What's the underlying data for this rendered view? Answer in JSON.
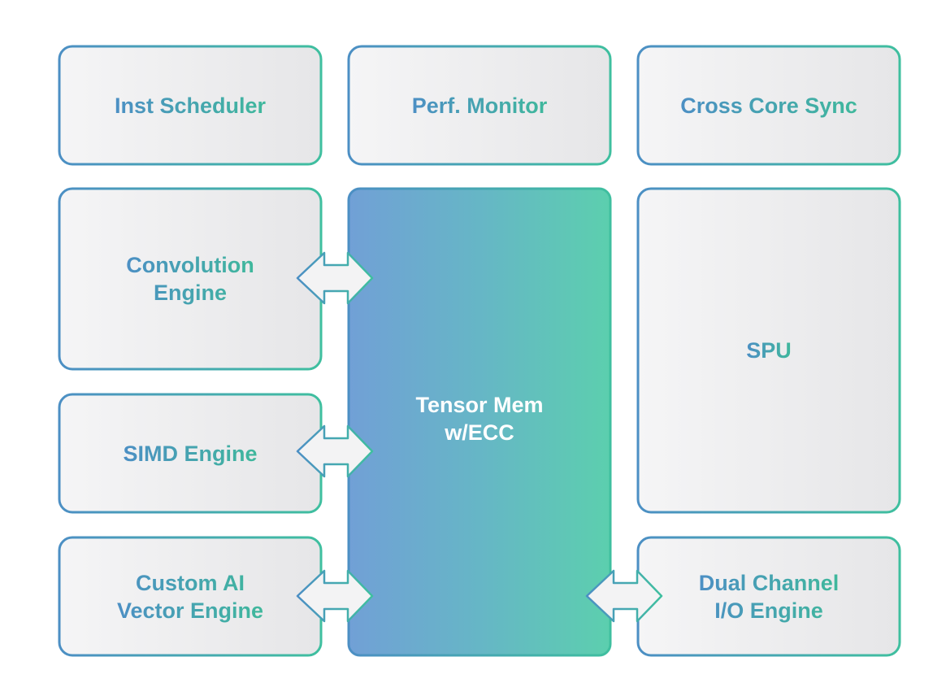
{
  "blocks": {
    "inst_scheduler": "Inst Scheduler",
    "perf_monitor": "Perf. Monitor",
    "cross_core_sync": "Cross Core Sync",
    "convolution_engine": "Convolution\nEngine",
    "simd_engine": "SIMD Engine",
    "custom_ai_vector_engine": "Custom AI\nVector Engine",
    "tensor_mem": "Tensor Mem\nw/ECC",
    "spu": "SPU",
    "dual_channel_io_engine": "Dual Channel\nI/O Engine"
  },
  "colors": {
    "border_blue": "#4c8fc4",
    "border_green": "#3fbf9f",
    "box_fill_light": "#f4f4f5",
    "box_fill_dark": "#e6e6e8",
    "mem_gradient_start": "#6fa0d6",
    "mem_gradient_end": "#5ccfae",
    "label_text": "#4aa5b8"
  },
  "connections": [
    {
      "from": "convolution_engine",
      "to": "tensor_mem",
      "type": "bidirectional"
    },
    {
      "from": "simd_engine",
      "to": "tensor_mem",
      "type": "bidirectional"
    },
    {
      "from": "custom_ai_vector_engine",
      "to": "tensor_mem",
      "type": "bidirectional"
    },
    {
      "from": "tensor_mem",
      "to": "dual_channel_io_engine",
      "type": "bidirectional"
    }
  ]
}
